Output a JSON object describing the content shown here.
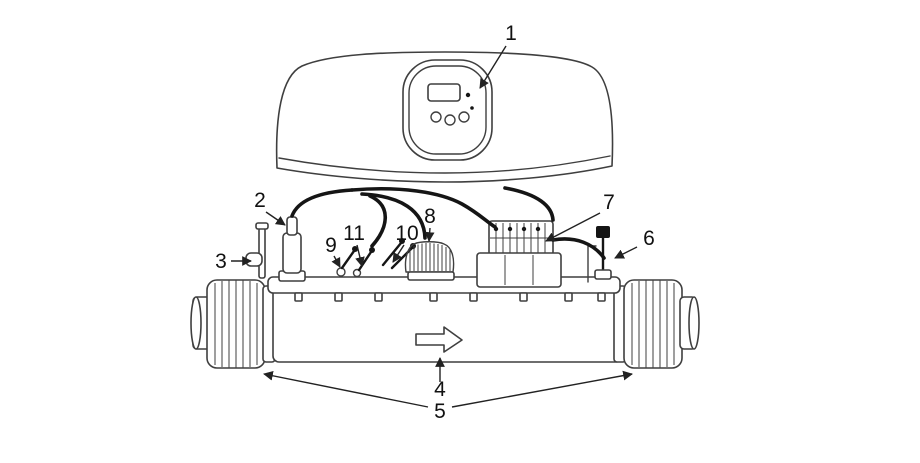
{
  "figure": {
    "background": "#ffffff",
    "line_color": "#3f3f3f",
    "cable_color": "#151515",
    "label_color": "#111111"
  },
  "callouts": [
    "1",
    "2",
    "3",
    "4",
    "5",
    "6",
    "7",
    "8",
    "9",
    "10",
    "11"
  ]
}
